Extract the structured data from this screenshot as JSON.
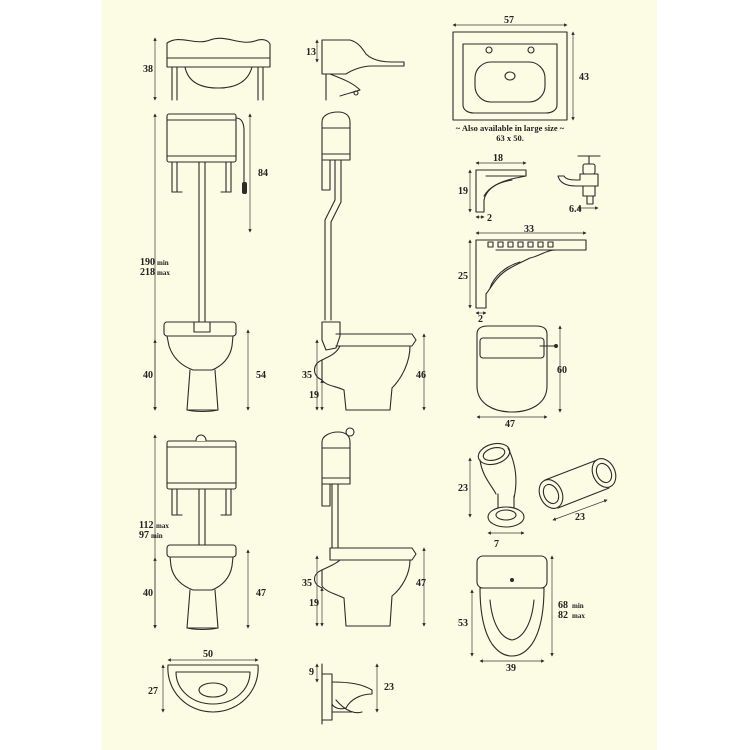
{
  "colors": {
    "paper": "#fcfbe4",
    "ink": "#2b2b2b",
    "background": "#ffffff"
  },
  "dimensions": {
    "basin_front_height": "38",
    "basin_side_depth": "13",
    "basin_top_width": "57",
    "basin_top_depth": "43",
    "basin_note_line1": "~ Also available in large size ~",
    "basin_note_line2": "63 x 50.",
    "high_cistern_height": "84",
    "high_total_min": "190",
    "high_total_max": "218",
    "min_word": "min",
    "max_word": "max",
    "high_pan_height": "40",
    "high_pan_depth": "54",
    "high_side_pan_height": "35",
    "high_side_outlet": "19",
    "high_side_total": "46",
    "small_bracket_width": "18",
    "small_bracket_height": "19",
    "small_bracket_depth": "2",
    "tap_size": "6.4",
    "large_bracket_width": "33",
    "large_bracket_height": "25",
    "large_bracket_depth": "2",
    "seat_height": "60",
    "seat_width": "47",
    "pan_connector_height": "23",
    "pan_connector_base": "7",
    "straight_connector_length": "23",
    "low_total_max": "112",
    "low_total_min": "97",
    "low_pan_height": "40",
    "low_pan_depth": "47",
    "low_side_pan_height": "35",
    "low_side_outlet": "19",
    "low_side_total": "47",
    "cb_pan_height": "53",
    "cb_pan_width": "39",
    "cb_total_min": "68",
    "cb_total_max": "82",
    "corner_basin_width": "50",
    "corner_basin_depth": "27",
    "corner_side_top": "9",
    "corner_side_height": "23"
  },
  "icons": [
    "basin-icon",
    "toilet-icon",
    "tap-icon",
    "bracket-icon",
    "seat-icon",
    "pipe-connector-icon"
  ]
}
